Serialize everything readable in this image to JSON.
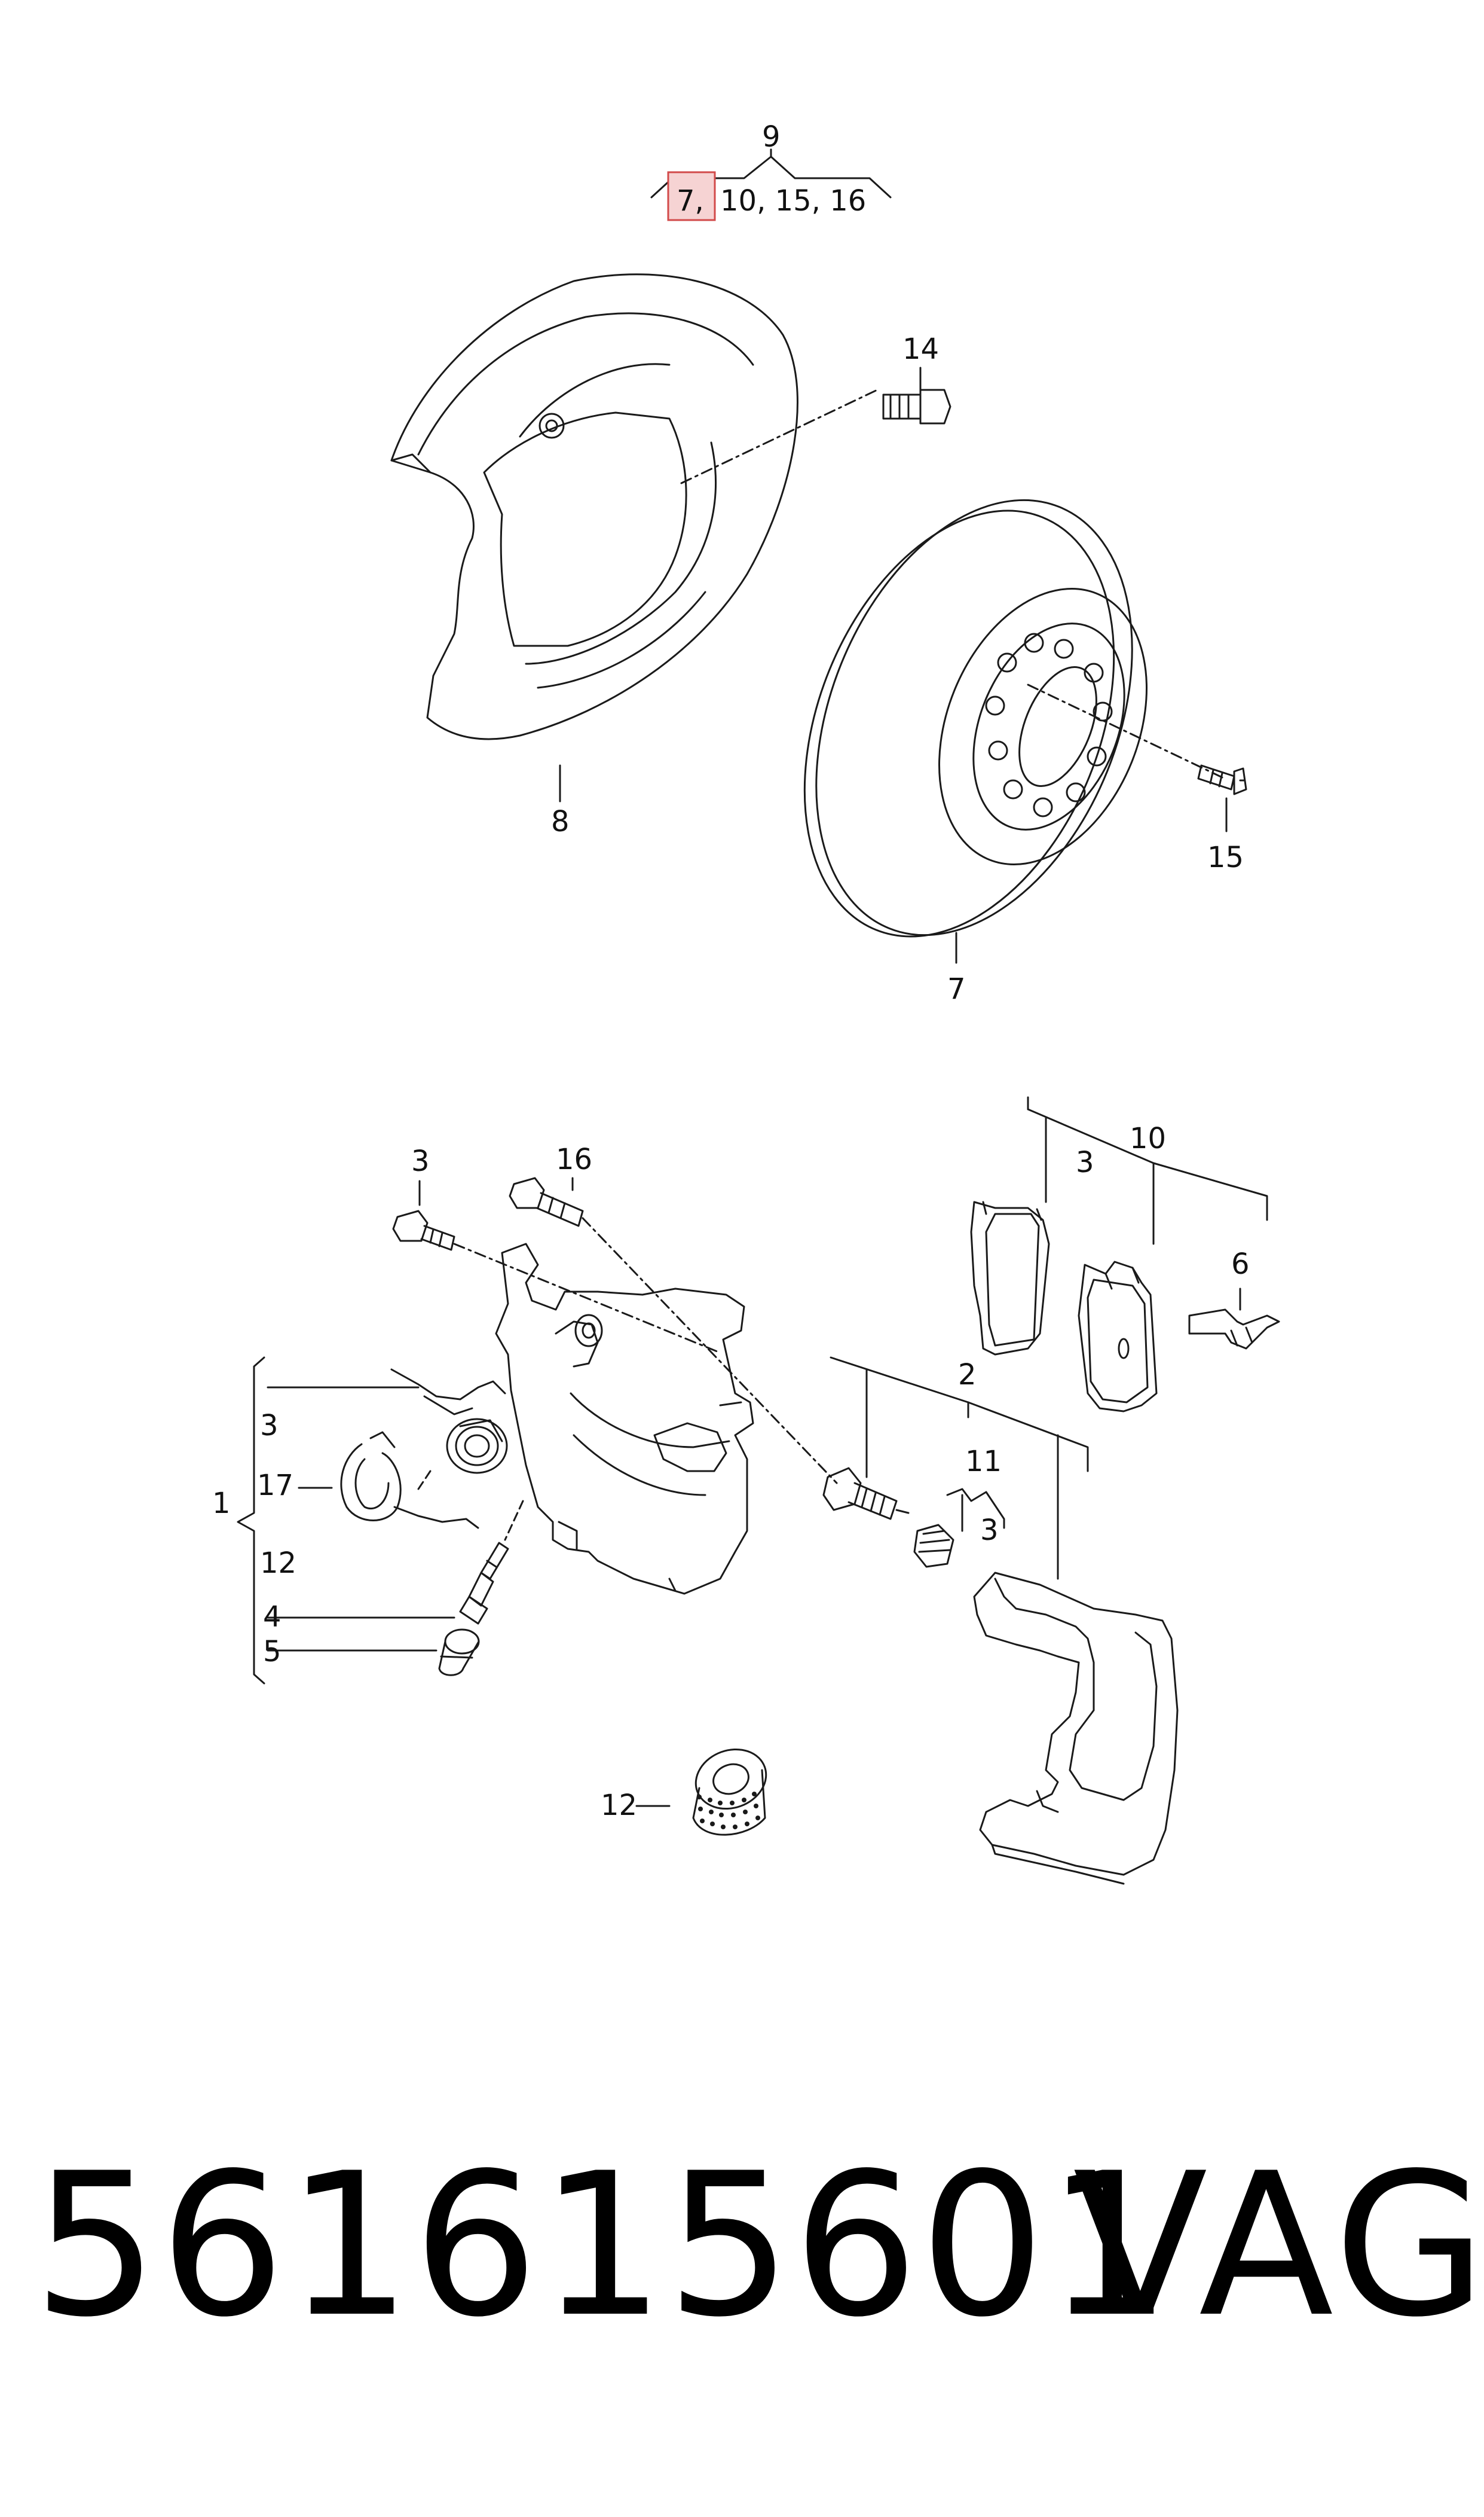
{
  "header_group": {
    "top_label": "9",
    "highlight_label": "7,",
    "rest_label": "10, 15, 16"
  },
  "callouts": {
    "c14": "14",
    "c8": "8",
    "c15": "15",
    "c7": "7",
    "c3a": "3",
    "c16": "16",
    "c10": "10",
    "c3b": "3",
    "c6": "6",
    "c2": "2",
    "c11": "11",
    "c3c": "3",
    "c1": "1",
    "c3d": "3",
    "c17": "17",
    "c12a": "12",
    "c4": "4",
    "c5": "5",
    "c12b": "12"
  },
  "footer": {
    "part_number": "561615601",
    "brand": "VAG"
  },
  "colors": {
    "line": "#1a1a1a",
    "highlight_fill": "#f6d3d3",
    "highlight_stroke": "#d24a4a"
  }
}
